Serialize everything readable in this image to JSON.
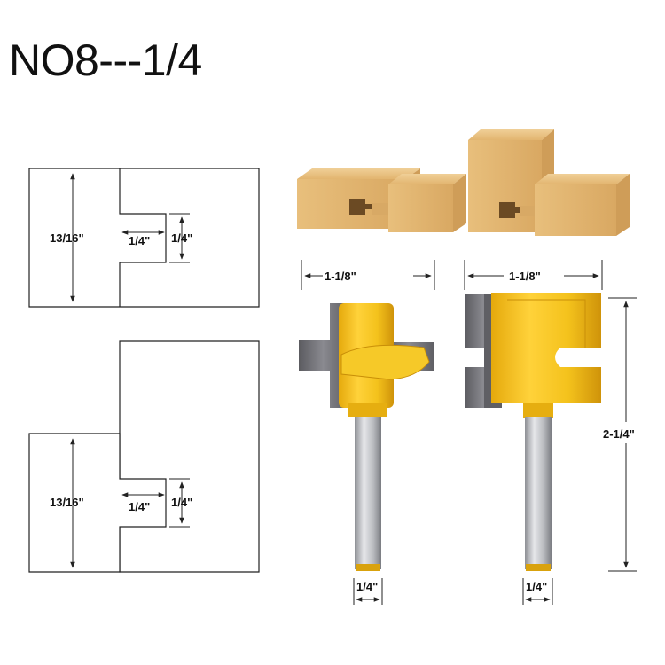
{
  "title": "NO8---1/4",
  "diagram_top": {
    "height_label": "13/16\"",
    "width_label": "1/4\"",
    "depth_label": "1/4\""
  },
  "diagram_bottom": {
    "height_label": "13/16\"",
    "width_label": "1/4\"",
    "depth_label": "1/4\""
  },
  "bit_left": {
    "cut_width_label": "1-1/8\"",
    "shank_label": "1/4\""
  },
  "bit_right": {
    "cut_width_label": "1-1/8\"",
    "total_height_label": "2-1/4\"",
    "shank_label": "1/4\""
  },
  "colors": {
    "wood": "#e2b56f",
    "wood_dark": "#c8954e",
    "bit_yellow": "#f4c21c",
    "bit_yellow_dark": "#d49d0d",
    "carbide": "#6e6e72",
    "shank": "#b9bbbf"
  }
}
